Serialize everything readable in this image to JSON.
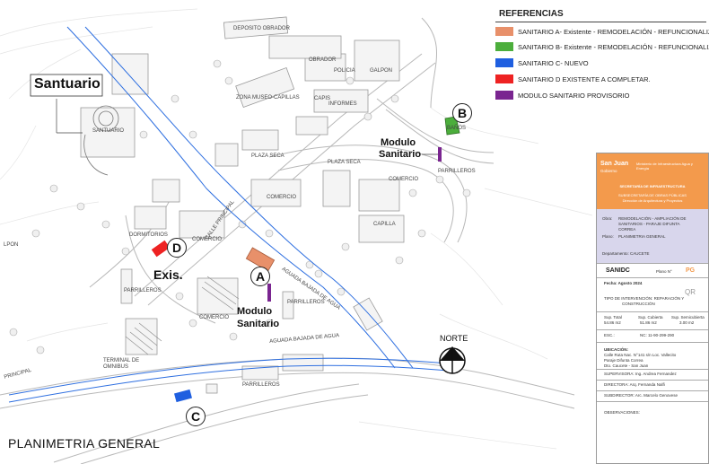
{
  "legend": {
    "title": "REFERENCIAS",
    "items": [
      {
        "label": "SANITARIO A- Existente - REMODELACIÓN - REFUNCIONALIZACIÓN",
        "color": "#e8906a"
      },
      {
        "label": "SANITARIO B- Existente - REMODELACIÓN - REFUNCIONALIZACIÓN",
        "color": "#4cae3c"
      },
      {
        "label": "SANITARIO C- NUEVO",
        "color": "#1f5fe0"
      },
      {
        "label": "SANITARIO D EXISTENTE A COMPLETAR.",
        "color": "#ee2222"
      },
      {
        "label": "MODULO SANITARIO PROVISORIO",
        "color": "#7a2590"
      }
    ]
  },
  "markers": {
    "a": "A",
    "b": "B",
    "c": "C",
    "d": "D",
    "exis": "Exis.",
    "santuario": "Santuario",
    "modulo_1": "Modulo",
    "sanitario_1": "Sanitario",
    "modulo_2": "Modulo",
    "sanitario_2": "Sanitario",
    "norte": "NORTE"
  },
  "map_labels": {
    "deposito_obrador": "DEPOSITO OBRADOR",
    "obrador": "OBRADOR",
    "policia": "POLICIA",
    "galpon": "GALPON",
    "zona_museo": "ZONA MUSEO-CAPILLAS",
    "capis": "CAPIS",
    "informes": "INFORMES",
    "banos": "BAÑOS",
    "santuario": "SANTUARIO",
    "plaza_seca_1": "PLAZA SECA",
    "plaza_seca_2": "PLAZA SECA",
    "parrilleros_b": "PARRILLEROS",
    "comercio_1": "COMERCIO",
    "comercio_2": "COMERCIO",
    "comercio_3": "COMERCIO",
    "comercio_4": "COMERCIO",
    "capilla": "CAPILLA",
    "dormitorios": "DORMITORIOS",
    "calle_principal": "CALLE PRINCIPAL",
    "aguada_1": "AGUADA BAJADA DE AGUA",
    "aguada_2": "AGUADA BAJADA DE AGUA",
    "parrilleros_1": "PARRILLEROS",
    "parrilleros_2": "PARRILLEROS",
    "parrilleros_3": "PARRILLEROS",
    "terminal": "TERMINAL DE",
    "omnibus": "OMNIBUS",
    "lpon": "LPON",
    "principal": "PRINCIPAL"
  },
  "title_block": {
    "logo": "San Juan",
    "logo_sub": "Gobierno",
    "ministry": "Ministerio de Infraestructura Agua y Energía",
    "secretaria": "SECRETARÍA DE INFRAESTRUCTURA",
    "subsecretaria": "SUBSECRETARÍA DE OBRAS PÚBLICAS",
    "direccion": "Dirección de Arquitectura y Proyectos",
    "obra_label": "Obra:",
    "obra_text_1": "REMODELACIÓN - AMPLIACIÓN DE",
    "obra_text_2": "SANITARIOS - PARAJE DIFUNTA",
    "obra_text_3": "CORREA",
    "plano_label": "Plano:",
    "plano_text": "PLANIMETRIA GENERAL",
    "departamento": "Departamento: CAUCETE",
    "code": "SANIDC",
    "plano_num_label": "Plano N°",
    "plano_num": "PG",
    "fecha": "Fecha: Agosto 2024",
    "tipo_1": "TIPO DE INTERVENCIÓN: REPARACIÓN Y",
    "tipo_2": "CONSTRUCCIÓN",
    "qr": "QR",
    "sup_total_label": "Sup. Total",
    "sup_total": "54.86 m2",
    "sup_cubierta_label": "Sup. Cubierta",
    "sup_cubierta": "51.86 m2",
    "sup_semi_label": "Sup. Semicubierta",
    "sup_semi": "3.00 m2",
    "esc_label": "ESC.:",
    "nc": "NC: 11-90-299-290",
    "ubicacion_label": "UBICACIÓN:",
    "ubicacion_1": "Calle Ruta Nac. N°141 s/n Loc. Vallecito",
    "ubicacion_2": "Paraje Difunta Correa",
    "ubicacion_3": "Dto. Caucete - San Juan",
    "supervisora": "SUPERVISORA: Ing. Andrea Fernandez",
    "directora": "DIRECTORA: Arq. Fernanda Nalfi",
    "subdirector": "SUBDIRECTOR: Arc. Marcelo Genovese",
    "observaciones": "OBSERVACIONES:"
  },
  "page_title": "PLANIMETRIA GENERAL"
}
